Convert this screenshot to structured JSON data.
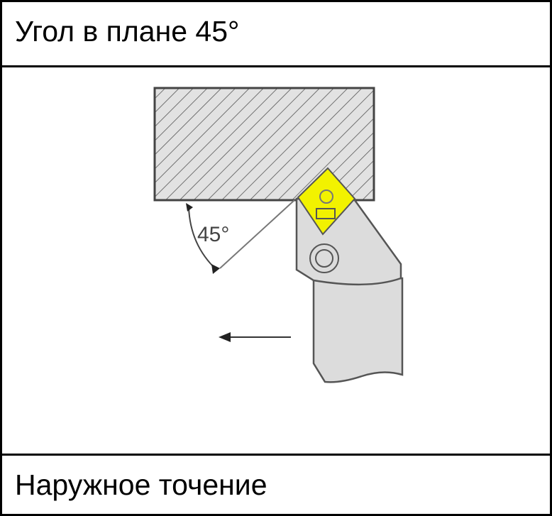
{
  "header": {
    "title": "Угол в плане 45°"
  },
  "diagram": {
    "angle_label": "45°",
    "insert_color": "#f2f200",
    "body_color": "#dcdcdc"
  },
  "footer": {
    "caption": "Наружное точение"
  }
}
